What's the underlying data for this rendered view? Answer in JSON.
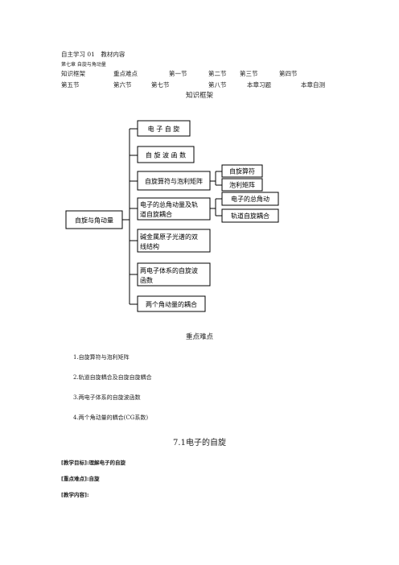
{
  "header": {
    "line1": "自主学习 01　教材内容",
    "line2": "第七章 自旋与角动量"
  },
  "nav": {
    "row1": [
      "知识框架",
      "重点难点",
      "第一节",
      "第二节",
      "第三节",
      "第四节"
    ],
    "row2": [
      "第五节",
      "第六节",
      "第七节",
      "第八节",
      "本章习题",
      "本章自测"
    ]
  },
  "framework": {
    "title": "知识框架",
    "root": "自旋与角动量",
    "boxes": [
      [
        "电 子 自 旋"
      ],
      [
        "自 旋 波 函 数"
      ],
      [
        "自旋算符与泡利矩阵"
      ],
      [
        "电子的总角动量及轨",
        "道自旋耦合"
      ],
      [
        "碱金属原子光谱的双",
        "线结构"
      ],
      [
        "两电子体系的自旋波",
        "函数"
      ],
      [
        "两个角动量的耦合"
      ]
    ],
    "sub_boxes_2": [
      "自旋算符",
      "泡利矩阵"
    ],
    "sub_boxes_3": [
      "电子的总角动",
      "轨道自旋耦合"
    ]
  },
  "key_points": {
    "title": "重点难点",
    "items": [
      "1.自旋算符与泡利矩阵",
      "2.轨道自旋耦合及自旋自旋耦合",
      "3.两电子体系的自旋波函数",
      "4.两个角动量的耦合(CG系数)"
    ]
  },
  "section": {
    "title": "7.1电子的自旋",
    "objective": "[教学目标]:理解电子的自旋",
    "difficulty": "[重点难点]:自旋",
    "content": "[教学内容]:"
  }
}
